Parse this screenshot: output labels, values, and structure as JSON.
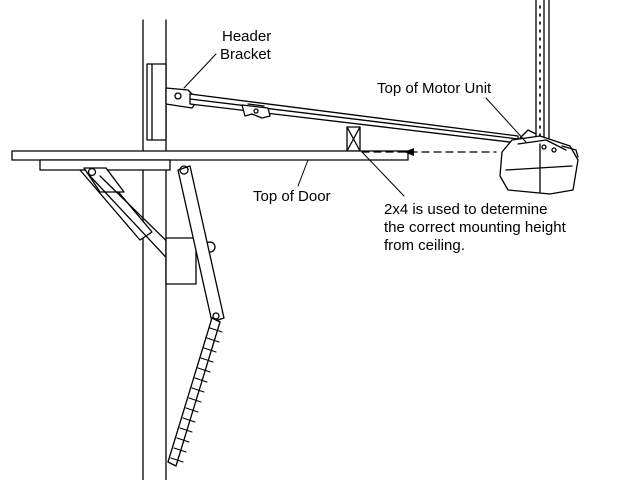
{
  "labels": {
    "header_bracket_line1": "Header",
    "header_bracket_line2": "Bracket",
    "top_of_motor_unit": "Top of Motor Unit",
    "top_of_door": "Top of Door",
    "note_line1": "2x4 is used to determine",
    "note_line2": "the correct mounting height",
    "note_line3": "from ceiling."
  },
  "colors": {
    "line": "#000000",
    "fill": "#ffffff"
  }
}
